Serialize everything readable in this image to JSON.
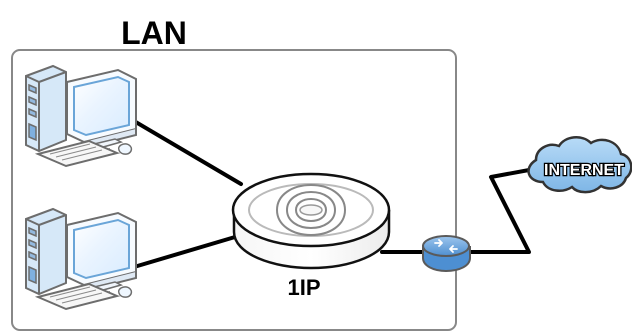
{
  "diagram": {
    "lan_label": "LAN",
    "router_label": "1IP",
    "cloud_label": "INTERNET"
  },
  "colors": {
    "computer_blue": "#6fa7d8",
    "cloud_blue": "#8fc0ea",
    "modem_blue": "#5d98d3",
    "outline_gray": "#7d7d7d",
    "cable_black": "#000000"
  },
  "icons": {
    "computer_top": "desktop-computer-icon",
    "computer_bottom": "desktop-computer-icon",
    "router": "wireless-router-icon",
    "modem": "modem-icon",
    "cloud": "internet-cloud-icon"
  }
}
